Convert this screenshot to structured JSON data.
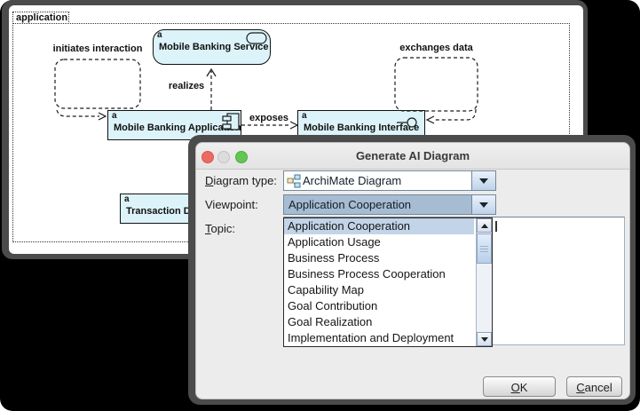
{
  "diagram": {
    "group_label": "application",
    "nodes": {
      "service": {
        "badge": "a",
        "label": "Mobile Banking Service"
      },
      "application": {
        "badge": "a",
        "label": "Mobile Banking Application"
      },
      "interface": {
        "badge": "a",
        "label": "Mobile Banking Interface"
      },
      "transaction": {
        "badge": "a",
        "label": "Transaction Data"
      }
    },
    "connectors": {
      "initiates": {
        "label": "initiates interaction"
      },
      "realizes": {
        "label": "realizes"
      },
      "exposes": {
        "label": "exposes"
      },
      "exchanges": {
        "label": "exchanges data"
      }
    }
  },
  "dialog": {
    "title": "Generate AI Diagram",
    "fields": {
      "diagram_type": {
        "label": "Diagram type:",
        "value": "ArchiMate Diagram"
      },
      "viewpoint": {
        "label": "Viewpoint:",
        "value": "Application Cooperation"
      },
      "topic": {
        "label": "Topic:",
        "value": ""
      }
    },
    "dropdown_options": [
      "Application Cooperation",
      "Application Usage",
      "Business Process",
      "Business Process Cooperation",
      "Capability Map",
      "Goal Contribution",
      "Goal Realization",
      "Implementation and Deployment"
    ],
    "dropdown_selected_index": 0,
    "buttons": {
      "ok": "OK",
      "cancel": "Cancel"
    }
  },
  "colors": {
    "node_fill": "#dcf3f9",
    "combo_selection": "#a6bcd2",
    "list_selection": "#c3d4e8",
    "dialog_bg": "#ececec",
    "traffic_red": "#ed6a5f",
    "traffic_gray": "#dcdcdc",
    "traffic_green": "#62c554"
  }
}
